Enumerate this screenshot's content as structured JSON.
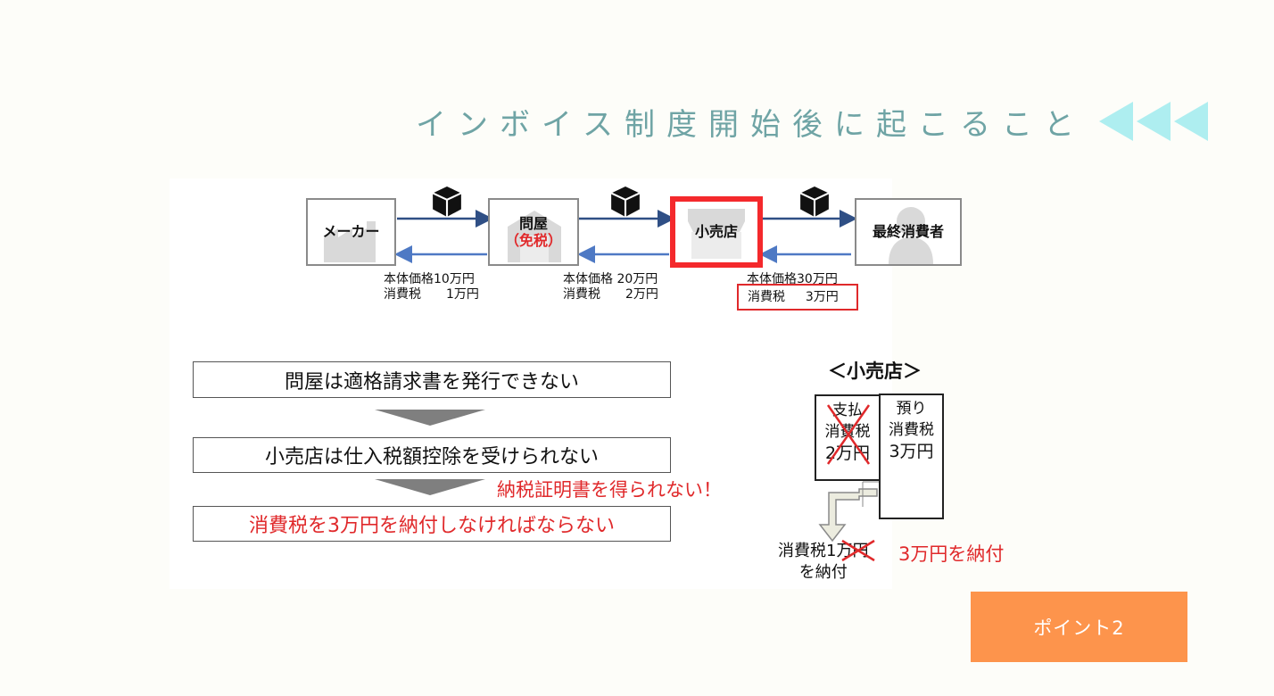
{
  "title": "インボイス制度開始後に起こること",
  "colors": {
    "title": "#6fa4a5",
    "arrow_accent": "#aeeef0",
    "highlight_red": "#e0292b",
    "button": "#fd944c"
  },
  "chain": {
    "manufacturer": "メーカー",
    "wholesaler": "問屋",
    "wholesaler_note": "（免税）",
    "retailer": "小売店",
    "consumer": "最終消費者"
  },
  "prices": {
    "p1_body": "本体価格10万円",
    "p1_tax": "消費税　　1万円",
    "p2_body": "本体価格 20万円",
    "p2_tax": "消費税　　2万円",
    "p3_body": "本体価格30万円",
    "p3_tax": "消費税　  3万円"
  },
  "flow": {
    "step1": "問屋は適格請求書を発行できない",
    "step2": "小売店は仕入税額控除を受けられない",
    "note": "納税証明書を得られない！",
    "step3": "消費税を3万円を納付しなければならない"
  },
  "retailer_calc": {
    "heading": "＜小売店＞",
    "paid_line1": "支払",
    "paid_line2": "消費税",
    "paid_line3": "2万円",
    "received_line1": "預り",
    "received_line2": "消費税",
    "received_line3": "3万円",
    "pay_line1": "消費税1万円",
    "pay_line2": "を納付",
    "actual": "3万円を納付"
  },
  "button": {
    "label": "ポイント2"
  }
}
